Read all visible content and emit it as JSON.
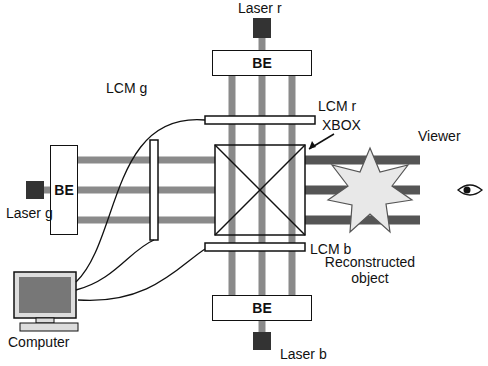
{
  "diagram": {
    "nodes": [
      {
        "text": [
          "BE"
        ]
      },
      {
        "text": [
          "BE"
        ]
      },
      {
        "text": [
          "BE"
        ]
      }
    ],
    "labels": [
      "Laser r",
      "LCM g",
      "LCM r",
      "XBOX",
      "Viewer",
      "Laser g",
      "Reconstructed object",
      "LCM b",
      "Computer",
      "Laser b"
    ]
  }
}
